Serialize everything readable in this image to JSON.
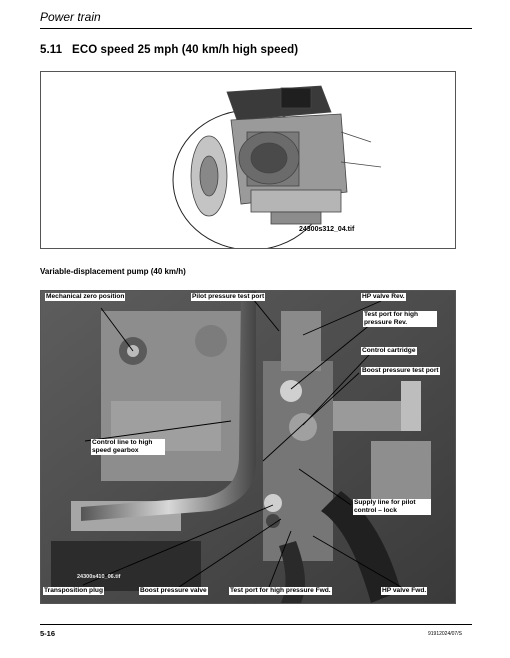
{
  "header": {
    "chapter": "Power train"
  },
  "section": {
    "number": "5.11",
    "title": "ECO speed 25 mph (40 km/h high speed)"
  },
  "figure1": {
    "code": "24300s312_04.tif"
  },
  "figure2": {
    "caption": "Variable-displacement pump (40 km/h)",
    "code": "24300s410_06.tif",
    "callouts": {
      "mechanical_zero": "Mechanical zero position",
      "pilot_port": "Pilot pressure test port",
      "hp_rev": "HP valve Rev.",
      "test_port_rev": "Test port for high pressure Rev.",
      "control_cartridge": "Control cartridge",
      "boost_test_port": "Boost pressure test port",
      "control_line": "Control line to high speed gearbox",
      "supply_line": "Supply line for pilot control – lock",
      "transposition_plug": "Transposition plug",
      "boost_valve": "Boost pressure valve",
      "test_port_fwd": "Test port for high pressure Fwd.",
      "hp_fwd": "HP valve Fwd."
    }
  },
  "footer": {
    "page": "5-16",
    "doc_code": "91912024/07/S"
  }
}
